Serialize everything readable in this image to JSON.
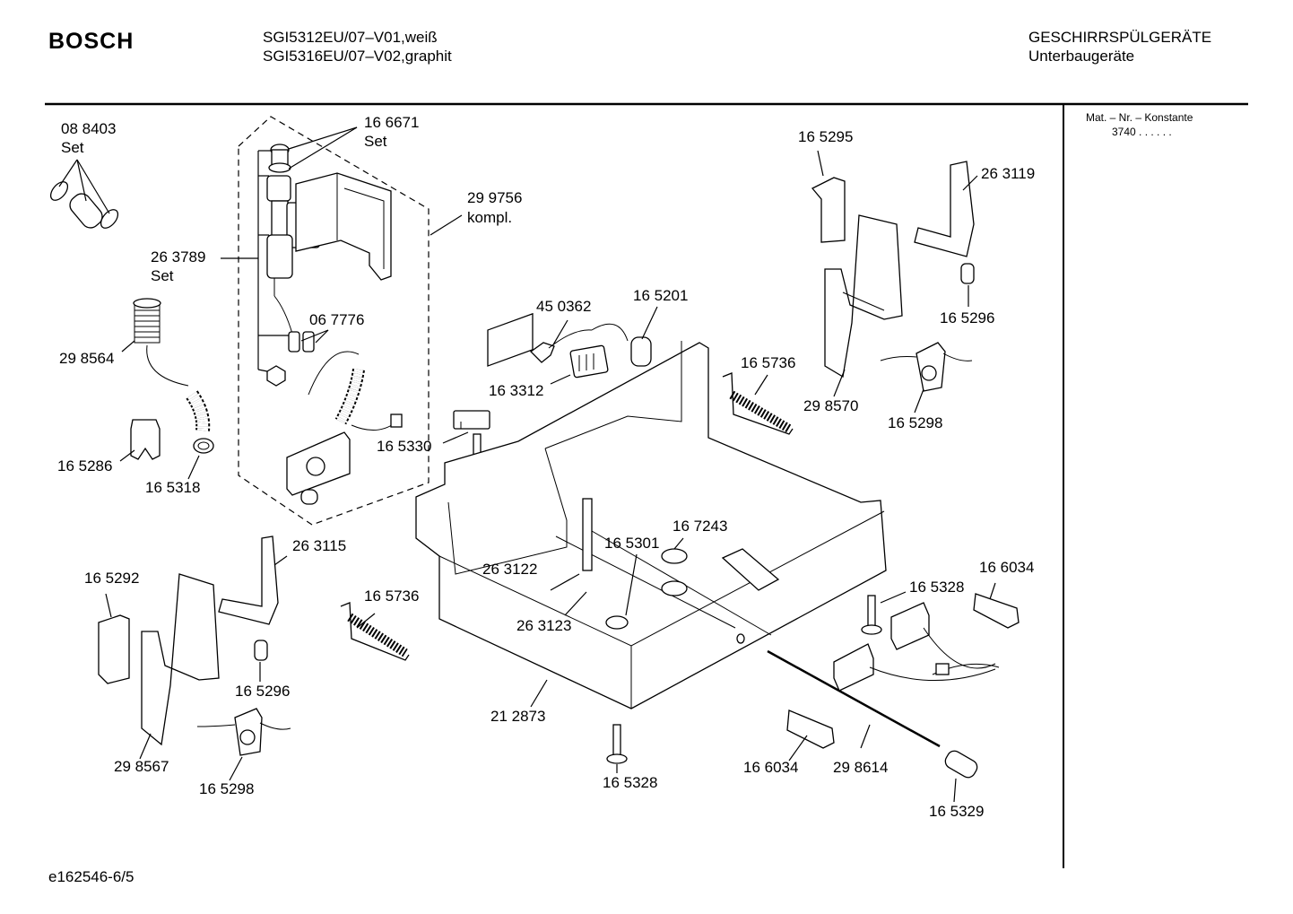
{
  "header": {
    "brand": "BOSCH",
    "model_line_1": "SGI5312EU/07–V01,weiß",
    "model_line_2": "SGI5316EU/07–V02,graphit",
    "category_line_1": "GESCHIRRSPÜLGERÄTE",
    "category_line_2": "Unterbaugeräte"
  },
  "side_panel": {
    "title": "Mat. – Nr. – Konstante",
    "value": "3740  .  .  .  .  .  ."
  },
  "footer": {
    "doc_id": "e162546-6/5"
  },
  "parts": {
    "p088403": "08 8403",
    "p088403_sub": "Set",
    "p166671": "16 6671",
    "p166671_sub": "Set",
    "p299756": "29 9756",
    "p299756_sub": "kompl.",
    "p263789": "26 3789",
    "p263789_sub": "Set",
    "p298564": "29 8564",
    "p067776": "06 7776",
    "p165286": "16 5286",
    "p165318": "16 5318",
    "p165330": "16 5330",
    "p450362": "45 0362",
    "p165201": "16 5201",
    "p163312": "16 3312",
    "p165295": "16 5295",
    "p263119": "26 3119",
    "p165296_top": "16 5296",
    "p165736_top": "16 5736",
    "p298570": "29 8570",
    "p165298_top": "16 5298",
    "p165292": "16 5292",
    "p263115": "26 3115",
    "p165736_left": "16 5736",
    "p167243": "16 7243",
    "p165301": "16 5301",
    "p263122": "26 3122",
    "p263123": "26 3123",
    "p166034_top": "16 6034",
    "p165328_right": "16 5328",
    "p165296_bottom": "16 5296",
    "p298567": "29 8567",
    "p165298_bottom": "16 5298",
    "p212873": "21 2873",
    "p165328_bottom": "16 5328",
    "p166034_bottom": "16 6034",
    "p298614": "29 8614",
    "p165329": "16 5329"
  }
}
